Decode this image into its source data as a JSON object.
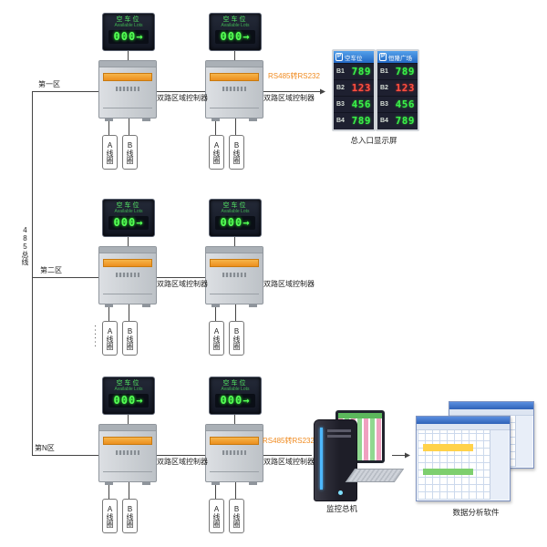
{
  "bus": {
    "label": "485总线"
  },
  "zones": [
    {
      "label": "第一区"
    },
    {
      "label": "第二区"
    },
    {
      "label": "第N区"
    }
  ],
  "ellipsis": "······",
  "sign": {
    "title": "空车位",
    "subtitle": "Available Lots",
    "value": "000→"
  },
  "controller": {
    "label": "双路区域控制器"
  },
  "coils": {
    "a": "A线圈",
    "b": "B线圈"
  },
  "links": {
    "to_display": "RS485转RS232",
    "to_computer": "RS485转RS232"
  },
  "entrance_display": {
    "caption": "总入口显示屏",
    "panels": [
      {
        "logo": "P",
        "header": "空车位",
        "rows": [
          {
            "label": "B1",
            "value": "789",
            "color": "green"
          },
          {
            "label": "B2",
            "value": "123",
            "color": "red"
          },
          {
            "label": "B3",
            "value": "456",
            "color": "green"
          },
          {
            "label": "B4",
            "value": "789",
            "color": "green"
          }
        ]
      },
      {
        "logo": "P",
        "header": "恒隆广场",
        "rows": [
          {
            "label": "B1",
            "value": "789",
            "color": "green"
          },
          {
            "label": "B2",
            "value": "123",
            "color": "red"
          },
          {
            "label": "B3",
            "value": "456",
            "color": "green"
          },
          {
            "label": "B4",
            "value": "789",
            "color": "green"
          }
        ]
      }
    ]
  },
  "computer": {
    "caption": "监控总机"
  },
  "software": {
    "caption": "数据分析软件"
  },
  "colors": {
    "led_green": "#39f04a",
    "led_red": "#ff5040",
    "accent_orange": "#f08a1e",
    "panel_blue": "#2268c4"
  }
}
